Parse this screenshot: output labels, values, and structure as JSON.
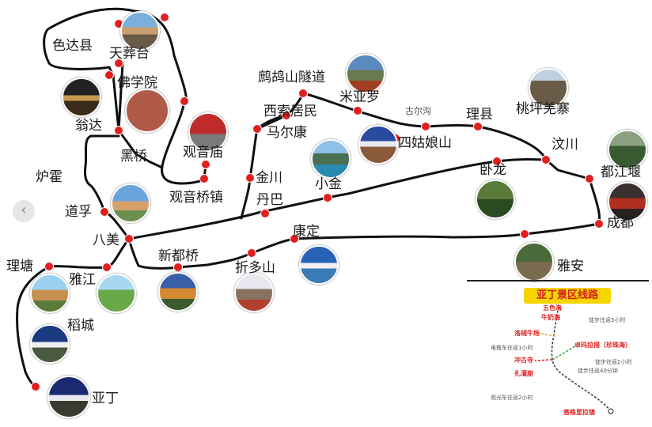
{
  "map": {
    "places": [
      {
        "id": "seda",
        "label": "色达县"
      },
      {
        "id": "tianzang",
        "label": "天葬台"
      },
      {
        "id": "foxueyuan",
        "label": "佛学院"
      },
      {
        "id": "wengda",
        "label": "翁达"
      },
      {
        "id": "heiqiao",
        "label": "黑桥"
      },
      {
        "id": "guanyinmiao",
        "label": "观音庙"
      },
      {
        "id": "guanyinqiao",
        "label": "观音桥镇"
      },
      {
        "id": "luhuo",
        "label": "炉霍"
      },
      {
        "id": "daofu",
        "label": "道孚"
      },
      {
        "id": "bamei",
        "label": "八美"
      },
      {
        "id": "litang",
        "label": "理塘"
      },
      {
        "id": "yajiang",
        "label": "雅江"
      },
      {
        "id": "daocheng",
        "label": "稻城"
      },
      {
        "id": "yading",
        "label": "亚丁"
      },
      {
        "id": "xinduqiao",
        "label": "新都桥"
      },
      {
        "id": "zheduoshan",
        "label": "折多山"
      },
      {
        "id": "kangding",
        "label": "康定"
      },
      {
        "id": "danba",
        "label": "丹巴"
      },
      {
        "id": "jinchuan",
        "label": "金川"
      },
      {
        "id": "maerkang",
        "label": "马尔康"
      },
      {
        "id": "xisuo",
        "label": "西索居民"
      },
      {
        "id": "zhegu",
        "label": "鹧鸪山隧道"
      },
      {
        "id": "miyaluo",
        "label": "米亚罗"
      },
      {
        "id": "guerguo",
        "label": "古尔沟"
      },
      {
        "id": "lixian",
        "label": "理县"
      },
      {
        "id": "taoping",
        "label": "桃坪羌寨"
      },
      {
        "id": "siguniang",
        "label": "四姑娘山"
      },
      {
        "id": "xiaojin",
        "label": "小金"
      },
      {
        "id": "wolong",
        "label": "卧龙"
      },
      {
        "id": "wenchuan",
        "label": "汶川"
      },
      {
        "id": "dujiangyan",
        "label": "都江堰"
      },
      {
        "id": "chengdu",
        "label": "成都"
      },
      {
        "id": "yaan",
        "label": "雅安"
      }
    ],
    "colors": {
      "route": "#111111",
      "stop": "#e02020",
      "stop_outline": "#ffffff"
    }
  },
  "nav": {
    "prev_icon": "chevron-left-icon",
    "prev_glyph": "‹"
  },
  "inset": {
    "title": "亚丁景区线路",
    "stops": [
      {
        "label": "五色海"
      },
      {
        "label": "牛奶海"
      },
      {
        "label": "洛绒牛场"
      },
      {
        "label": "冲古寺"
      },
      {
        "label": "扎灌崩"
      },
      {
        "label": "卓玛拉措（珍珠海）"
      },
      {
        "label": "香格里拉镇"
      }
    ],
    "notes": [
      {
        "label": "徒步往返5小时"
      },
      {
        "label": "电瓶车往返1小时"
      },
      {
        "label": "徒步往返2小时"
      },
      {
        "label": "徒步往返40分钟"
      },
      {
        "label": "观光车往返2小时"
      }
    ]
  }
}
